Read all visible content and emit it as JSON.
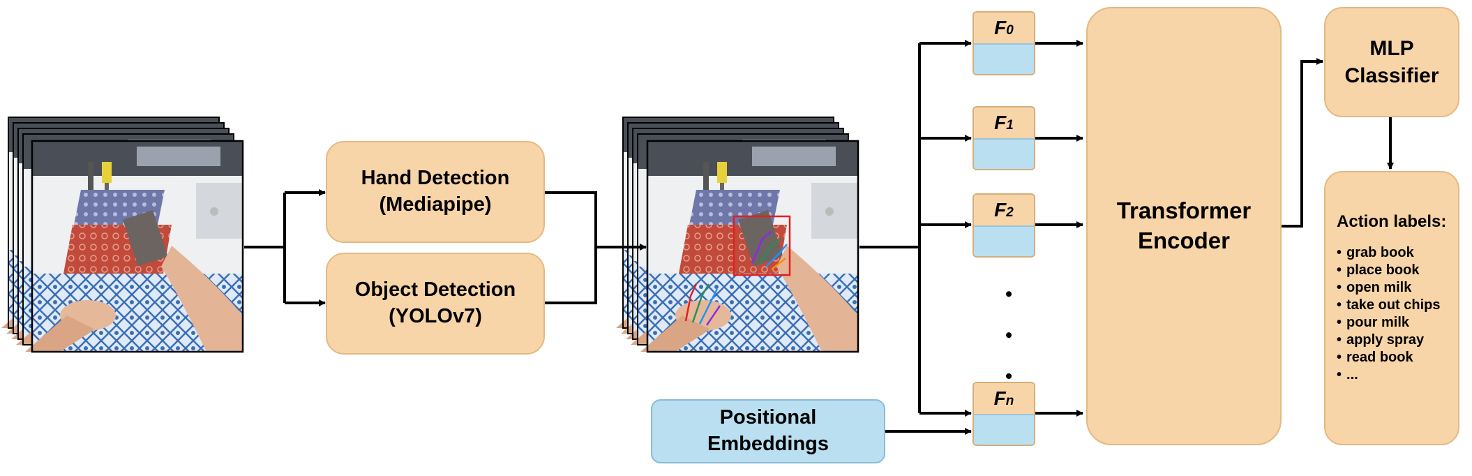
{
  "hand_detection": {
    "line1": "Hand Detection",
    "line2": "(Mediapipe)"
  },
  "object_detection": {
    "line1": "Object Detection",
    "line2": "(YOLOv7)"
  },
  "positional_embeddings": {
    "line1": "Positional",
    "line2": "Embeddings"
  },
  "features": [
    {
      "base": "F",
      "sub": "0"
    },
    {
      "base": "F",
      "sub": "1"
    },
    {
      "base": "F",
      "sub": "2"
    },
    {
      "base": "F",
      "sub": "n"
    }
  ],
  "ellipsis_dots": "• • •",
  "transformer": {
    "line1": "Transformer",
    "line2": "Encoder"
  },
  "mlp": {
    "line1": "MLP",
    "line2": "Classifier"
  },
  "action_labels": {
    "title": "Action labels:",
    "items": [
      "grab book",
      "place book",
      "open milk",
      "take out chips",
      "pour milk",
      "apply spray",
      "read book",
      "..."
    ]
  },
  "colors": {
    "orange_fill": "#f8d5a8",
    "blue_fill": "#b9dff0",
    "bbox_red": "#e02020"
  }
}
